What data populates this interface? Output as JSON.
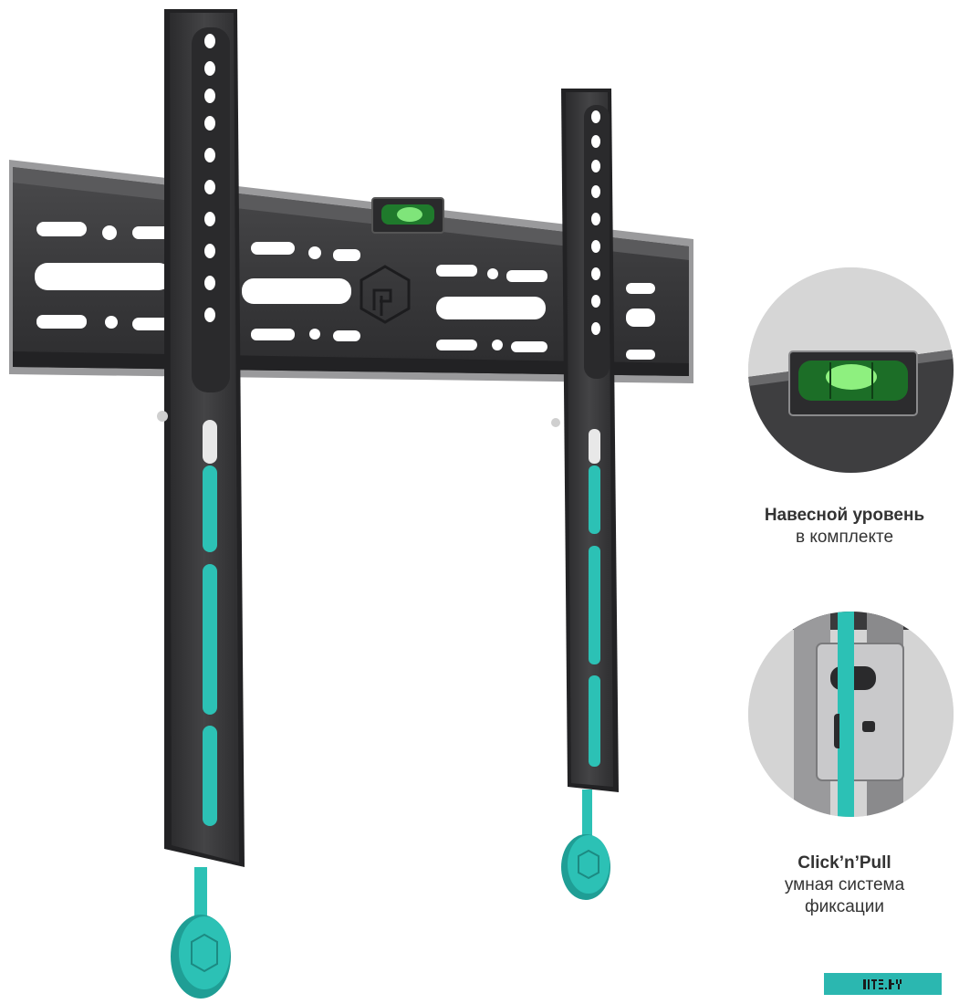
{
  "colors": {
    "steel": "#3b3b3d",
    "steel_dark": "#2a2a2c",
    "accent_teal": "#2cc1b5",
    "bubble_green": "#3fd04a",
    "watermark_bg": "#2bb7b0"
  },
  "icons": {
    "brand_logo": "hexagon-logo-icon",
    "spirit_level": "spirit-level-icon",
    "clip_latch": "clip-latch-icon"
  },
  "callouts": [
    {
      "title": "Навесной уровень",
      "subtitle": "в комплекте"
    },
    {
      "title": "Click’n’Pull",
      "subtitle_line1": "умная система",
      "subtitle_line2": "фиксации"
    }
  ],
  "watermark": {
    "text": "BITS.BY"
  }
}
